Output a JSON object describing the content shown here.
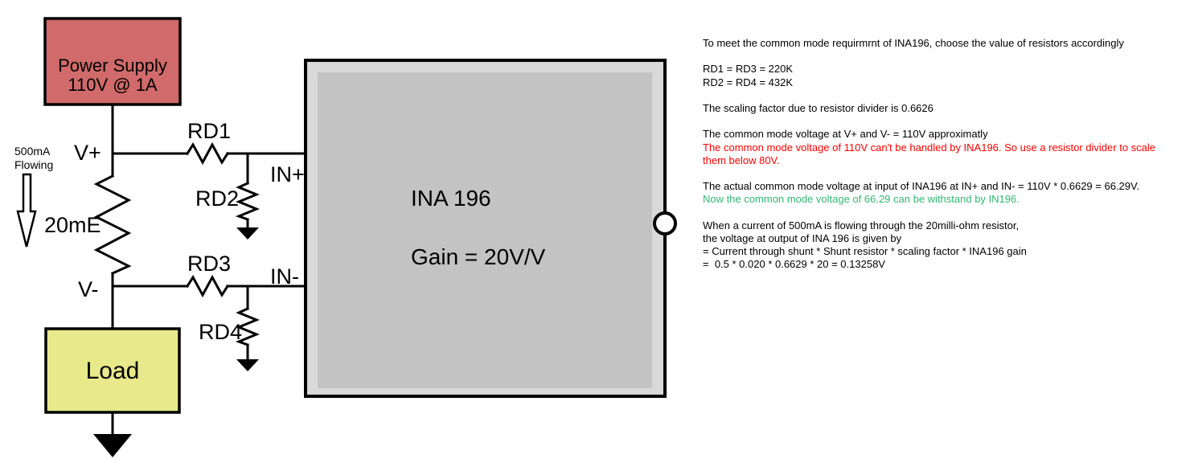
{
  "colors": {
    "black": "#000000",
    "red": "#FF0000",
    "green": "#33B573",
    "power_supply_fill": "#D16A6A",
    "load_fill": "#E7E98A",
    "ina_outer_fill": "#D9D9D9",
    "ina_inner_fill": "#C3C3C3",
    "wire": "#000000"
  },
  "circuit": {
    "power_supply": {
      "line1": "Power Supply",
      "line2": "110V @ 1A"
    },
    "load_label": "Load",
    "ina": {
      "name": "INA 196",
      "gain": "Gain = 20V/V"
    },
    "labels": {
      "v_plus": "V+",
      "v_minus": "V-",
      "rd1": "RD1",
      "rd2": "RD2",
      "rd3": "RD3",
      "rd4": "RD4",
      "in_plus": "IN+",
      "in_minus": "IN-",
      "shunt": "20mE",
      "current_line1": "500mA",
      "current_line2": "Flowing"
    }
  },
  "notes": {
    "lines": [
      {
        "text": "To meet the common mode requirmrnt of INA196, choose the value of resistors accordingly",
        "color": "black"
      },
      {
        "text": "",
        "color": "black"
      },
      {
        "text": "RD1 = RD3 = 220K",
        "color": "black"
      },
      {
        "text": "RD2 = RD4 = 432K",
        "color": "black"
      },
      {
        "text": "",
        "color": "black"
      },
      {
        "text": "The scaling factor due to resistor divider is 0.6626",
        "color": "black"
      },
      {
        "text": "",
        "color": "black"
      },
      {
        "text": "The common mode voltage at V+ and V- = 110V approximatly",
        "color": "black"
      },
      {
        "text": "The common mode voltage of 110V can't be handled by INA196. So use a resistor divider to scale",
        "color": "red"
      },
      {
        "text": "them below 80V.",
        "color": "red"
      },
      {
        "text": "",
        "color": "black"
      },
      {
        "text": "The actual common mode voltage at input of INA196 at IN+ and IN- = 110V * 0.6629 = 66.29V.",
        "color": "black"
      },
      {
        "text": "Now the common mode voltage of 66.29 can be withstand by IN196.",
        "color": "green"
      },
      {
        "text": "",
        "color": "black"
      },
      {
        "text": "When a current of 500mA is flowing through the 20milli-ohm resistor,",
        "color": "black"
      },
      {
        "text": "the voltage at output of INA 196 is given by",
        "color": "black"
      },
      {
        "text": "= Current through shunt * Shunt resistor * scaling factor * INA196 gain",
        "color": "black"
      },
      {
        "text": "=  0.5 * 0.020 * 0.6629 * 20 = 0.13258V",
        "color": "black"
      }
    ]
  }
}
